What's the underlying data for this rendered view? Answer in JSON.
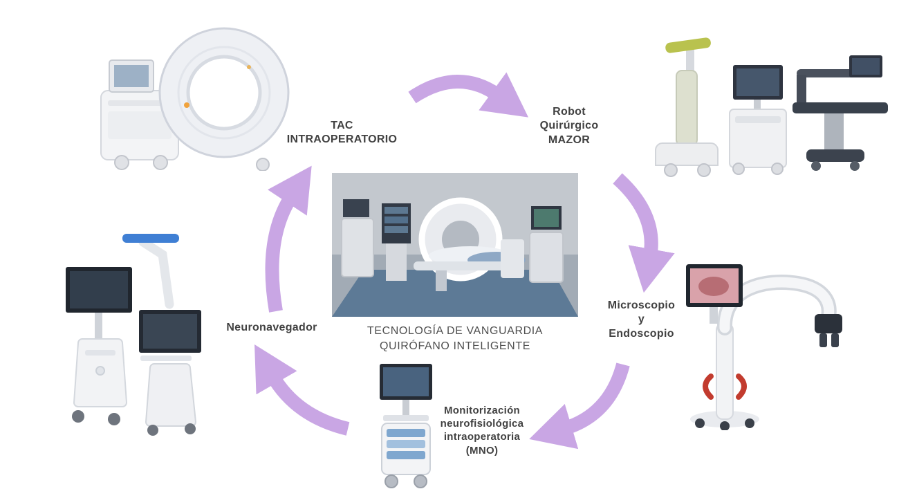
{
  "diagram": {
    "title_context": "Quirófano inteligente - ciclo de tecnología quirúrgica",
    "center": {
      "caption": "TECNOLOGÍA DE VANGUARDIA\nQUIRÓFANO INTELIGENTE"
    },
    "nodes": {
      "tac": {
        "label": "TAC\nINTRAOPERATORIO"
      },
      "robot": {
        "label": "Robot\nQuirúrgico\nMAZOR"
      },
      "microscopio": {
        "label": "Microscopio\ny\nEndoscopio"
      },
      "mno": {
        "label": "Monitorización\nneurofisiológica\nintraoperatoria\n(MNO)"
      },
      "neuronavegador": {
        "label": "Neuronavegador"
      }
    },
    "arrows": [
      {
        "id": "tac-to-robot",
        "direction": "clockwise"
      },
      {
        "id": "robot-to-microscopio",
        "direction": "clockwise"
      },
      {
        "id": "microscopio-to-mno",
        "direction": "clockwise"
      },
      {
        "id": "mno-to-neuronavegador",
        "direction": "clockwise"
      },
      {
        "id": "neuronavegador-to-tac",
        "direction": "clockwise"
      }
    ]
  },
  "colors": {
    "arrow": "#c9a6e4",
    "label_text": "#414141",
    "caption_text": "#4f4f4f"
  }
}
